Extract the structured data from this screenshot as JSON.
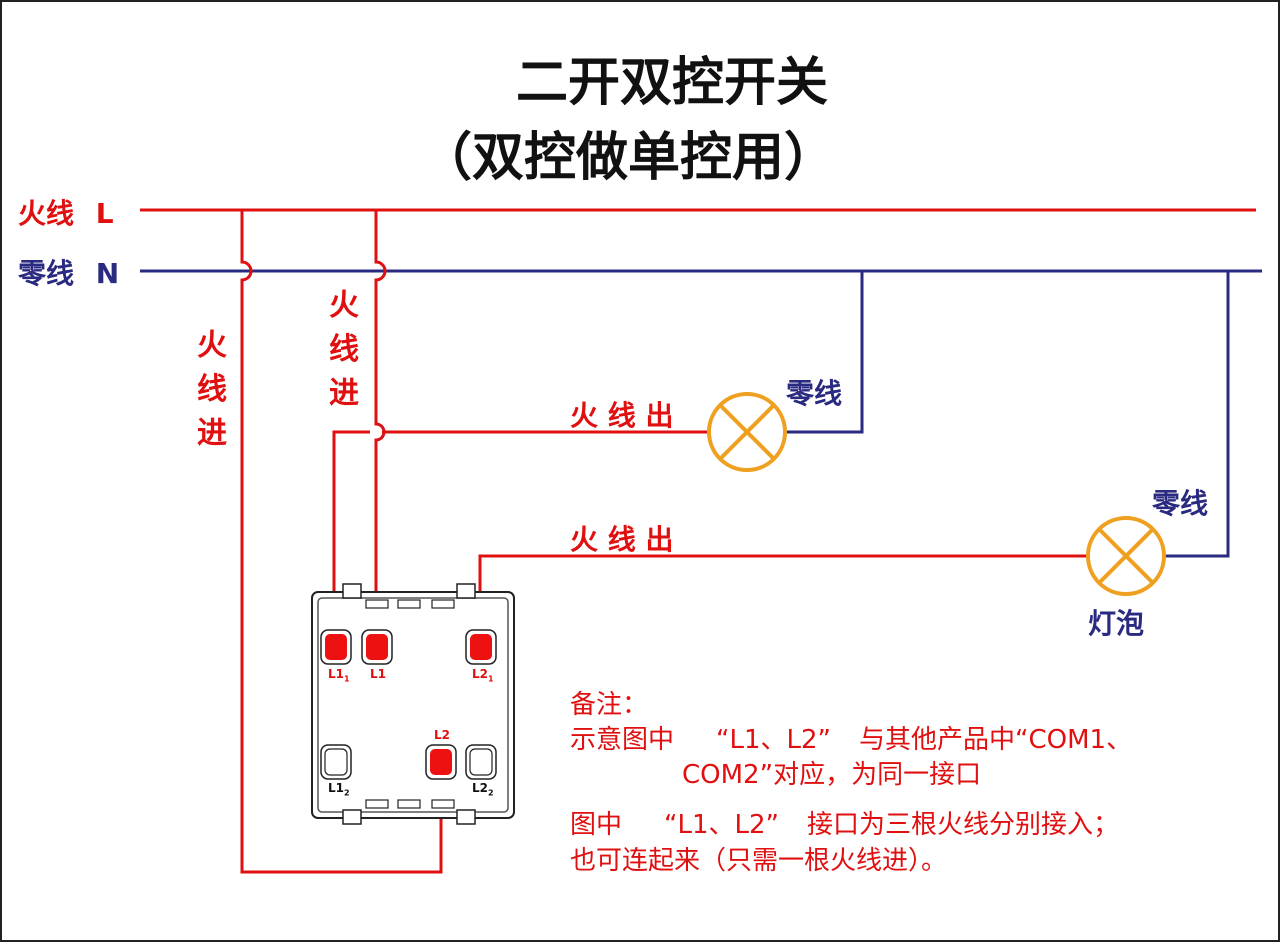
{
  "title": {
    "line1": "二开双控开关",
    "line2": "（双控做单控用）"
  },
  "rails": {
    "live_label": "火线",
    "live_letter": "L",
    "neutral_label": "零线",
    "neutral_letter": "N"
  },
  "wires": {
    "feed_left": [
      "火",
      "线",
      "进"
    ],
    "feed_right": [
      "火",
      "线",
      "进"
    ],
    "lamp1_live": "火 线 出",
    "lamp1_neutral": "零线",
    "lamp2_live": "火 线 出",
    "lamp2_neutral": "零线",
    "bulb_label": "灯泡"
  },
  "switch_terminals": {
    "l1_1": "L1",
    "l1_1_sub": "1",
    "l1": "L1",
    "l2_1": "L2",
    "l2_1_sub": "1",
    "l2": "L2",
    "l1_2": "L1",
    "l1_2_sub": "2",
    "l2_2": "L2",
    "l2_2_sub": "2"
  },
  "notes": {
    "heading": "备注：",
    "line1_a": "示意图中",
    "line1_b": "“L1、L2”",
    "line1_c": "与其他产品中“COM1、",
    "line2": "COM2”对应，为同一接口",
    "line3_a": "图中",
    "line3_b": "“L1、L2”",
    "line3_c": "接口为三根火线分别接入；",
    "line4": "也可连起来（只需一根火线进）。"
  },
  "colors": {
    "live_wire": "#e01010",
    "neutral_wire": "#2a2a80",
    "lamp": "#f0a020",
    "terminal": "#ee1111",
    "switch_outline": "#222222"
  }
}
